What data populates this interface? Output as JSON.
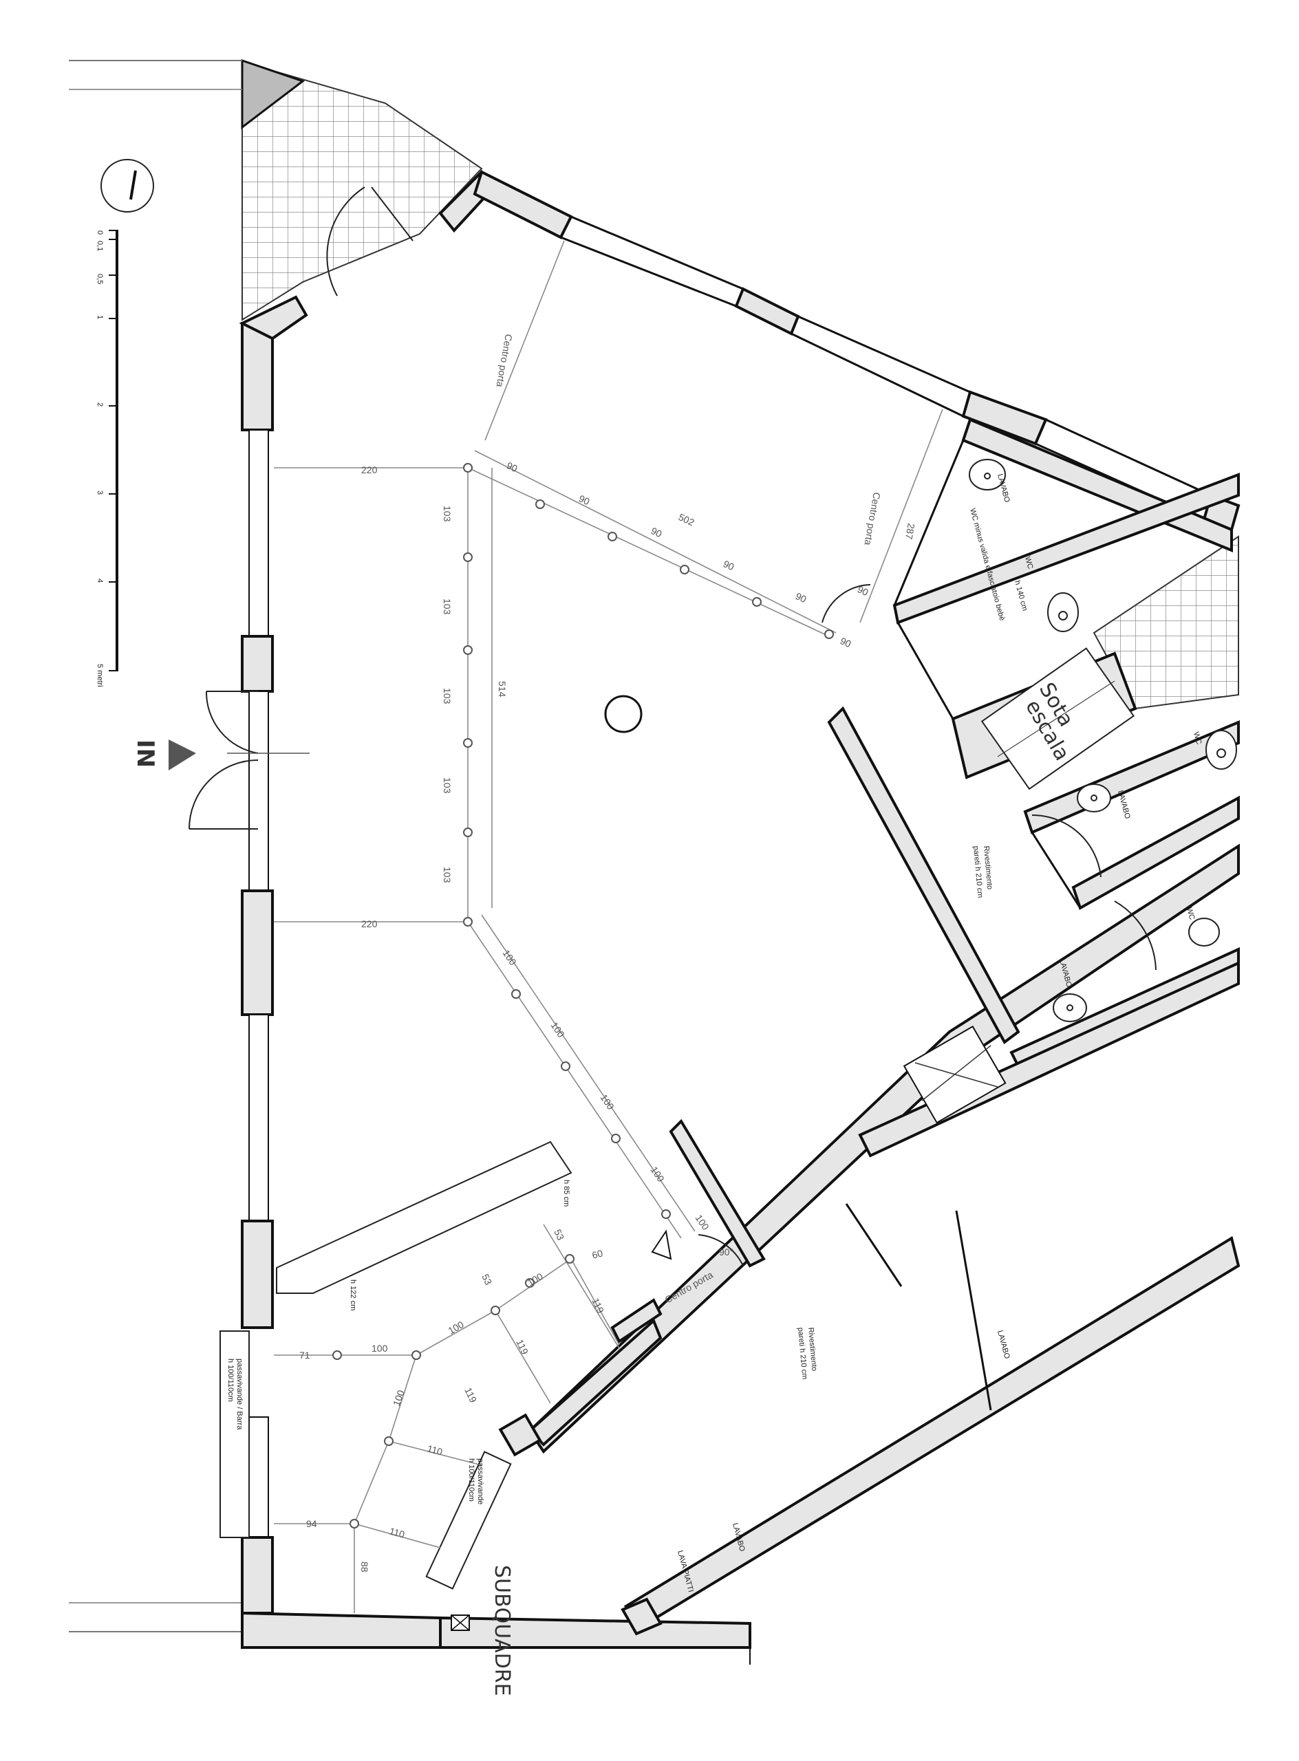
{
  "plan": {
    "entrance_label": "IN",
    "north_symbol": "I",
    "scale": {
      "ticks": [
        "0",
        "0,1",
        "0,5",
        "1",
        "2",
        "3",
        "4"
      ],
      "end_label": "5 metri"
    },
    "rooms": {
      "stair": "Sota escala",
      "subquadre": "SUBQUADRE",
      "wc_accessible": "WC minus valida e fasciatoio bebè",
      "wc_h": "h 140 cm",
      "wc_small_a": "WC",
      "wc_small_b": "WC",
      "wc_small_c": "WC",
      "lavabo_a": "LAVABO",
      "lavabo_b": "LAVABO",
      "lavabo_c": "LAVABO",
      "lavabo_d": "LAVABO",
      "lavabo_e": "LAVABO",
      "lava_piatti": "LAVA PIATTI",
      "rivestimento_a_1": "Rivestimento",
      "rivestimento_a_2": "pareti h 210 cm",
      "rivestimento_b_1": "Rivestimento",
      "rivestimento_b_2": "pareti h 210 cm",
      "counter_h122": "h 122 cm",
      "counter_h85": "h 85 cm",
      "bar_1": "passavivande / Barra",
      "bar_2": "h 100/110cm",
      "pass_1": "passavivande",
      "pass_2": "h 100/110cm",
      "centro_porta_a": "Centro porta",
      "centro_porta_b": "Centro porta",
      "centro_porta_c": "Centro porta"
    },
    "dimensions": {
      "d220a": "220",
      "d220b": "220",
      "d103a": "103",
      "d103b": "103",
      "d103c": "103",
      "d103d": "103",
      "d103e": "103",
      "d514": "514",
      "d502": "502",
      "d90a": "90",
      "d90b": "90",
      "d90c": "90",
      "d90d": "90",
      "d90e": "90",
      "d90f": "90",
      "d90g": "90",
      "d287": "287",
      "d60": "60",
      "d100a": "100",
      "d100b": "100",
      "d100c": "100",
      "d100d": "100",
      "d100e": "100",
      "d100f": "100",
      "d100g": "100",
      "d100h": "100",
      "d100i": "100",
      "d119a": "119",
      "d119b": "119",
      "d119c": "119",
      "d53a": "53",
      "d53b": "53",
      "d110a": "110",
      "d110b": "110",
      "d71": "71",
      "d94": "94",
      "d88": "88",
      "deg90": "90°"
    }
  }
}
